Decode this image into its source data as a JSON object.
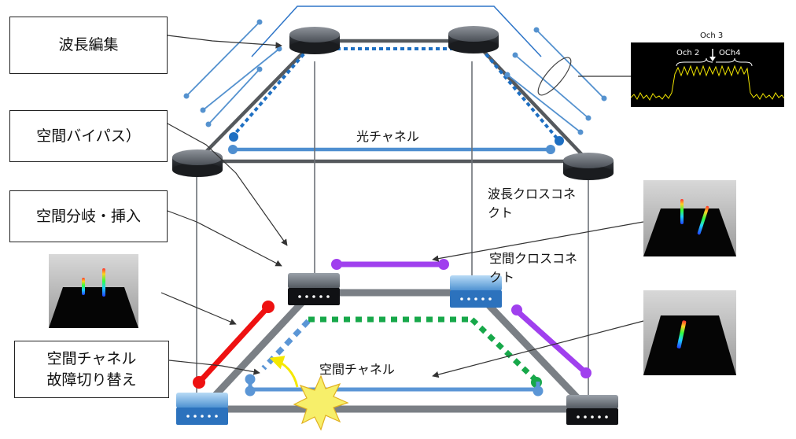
{
  "boxes": {
    "wavelength_edit": "波長編集",
    "spatial_bypass": "空間バイパス）",
    "spatial_add_drop": "空間分岐・挿入",
    "spatial_channel_switch": "空間チャネル\n故障切り替え"
  },
  "labels": {
    "optical_channel": "光チャネル",
    "wavelength_cross_connect": "波長クロスコネクト",
    "spatial_cross_connect": "空間クロスコネクト",
    "spatial_channel": "空間チャネル"
  },
  "spectrum": {
    "och3": "Och 3",
    "och2": "Och 2",
    "och4": "OCh4"
  },
  "colors": {
    "ring_gray": "#55595d",
    "optical_blue": "#4f8fd0",
    "dotted_blue": "#1e6fc2",
    "red": "#ee1111",
    "purple": "#a040ee",
    "green": "#17a84a",
    "spectrum_yellow": "#f2e600"
  }
}
